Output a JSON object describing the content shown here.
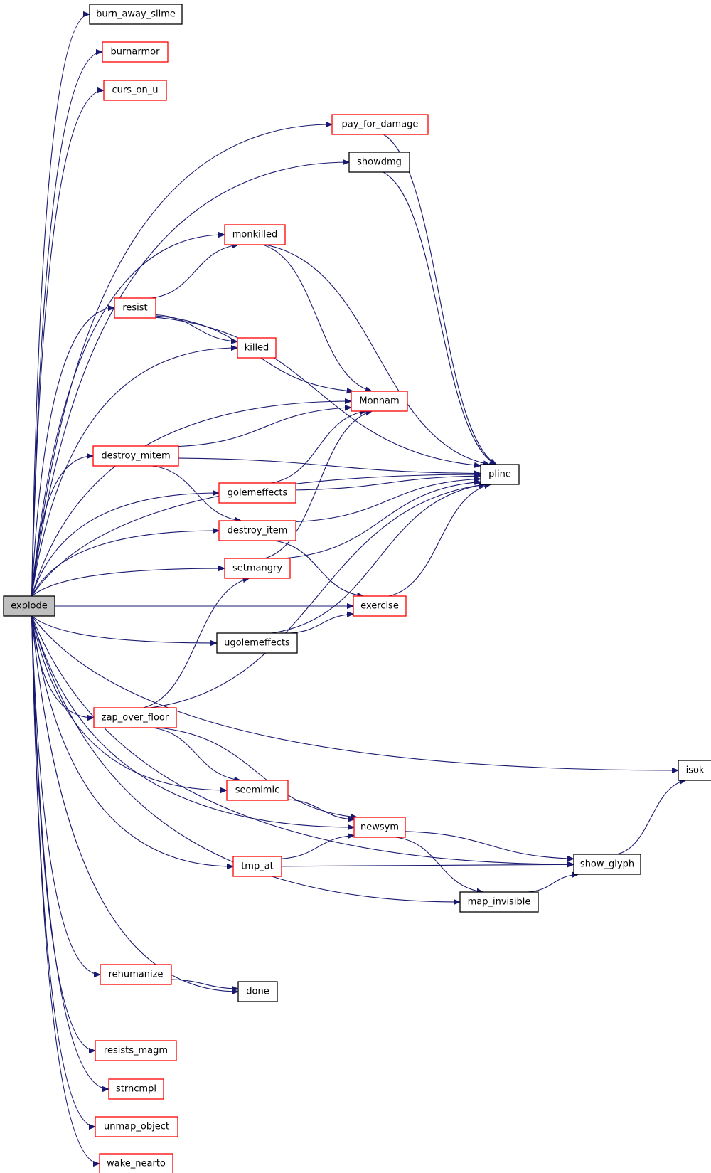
{
  "graph": {
    "nodes": [
      {
        "id": "explode",
        "label": "explode",
        "style": "root"
      },
      {
        "id": "burn_away_slime",
        "label": "burn_away_slime",
        "style": "black"
      },
      {
        "id": "burnarmor",
        "label": "burnarmor",
        "style": "red"
      },
      {
        "id": "curs_on_u",
        "label": "curs_on_u",
        "style": "red"
      },
      {
        "id": "pay_for_damage",
        "label": "pay_for_damage",
        "style": "red"
      },
      {
        "id": "showdmg",
        "label": "showdmg",
        "style": "black"
      },
      {
        "id": "monkilled",
        "label": "monkilled",
        "style": "red"
      },
      {
        "id": "resist",
        "label": "resist",
        "style": "red"
      },
      {
        "id": "killed",
        "label": "killed",
        "style": "red"
      },
      {
        "id": "Monnam",
        "label": "Monnam",
        "style": "red"
      },
      {
        "id": "destroy_mitem",
        "label": "destroy_mitem",
        "style": "red"
      },
      {
        "id": "pline",
        "label": "pline",
        "style": "black"
      },
      {
        "id": "golemeffects",
        "label": "golemeffects",
        "style": "red"
      },
      {
        "id": "destroy_item",
        "label": "destroy_item",
        "style": "red"
      },
      {
        "id": "setmangry",
        "label": "setmangry",
        "style": "red"
      },
      {
        "id": "exercise",
        "label": "exercise",
        "style": "red"
      },
      {
        "id": "ugolemeffects",
        "label": "ugolemeffects",
        "style": "black"
      },
      {
        "id": "zap_over_floor",
        "label": "zap_over_floor",
        "style": "red"
      },
      {
        "id": "isok",
        "label": "isok",
        "style": "black"
      },
      {
        "id": "seemimic",
        "label": "seemimic",
        "style": "red"
      },
      {
        "id": "newsym",
        "label": "newsym",
        "style": "red"
      },
      {
        "id": "tmp_at",
        "label": "tmp_at",
        "style": "red"
      },
      {
        "id": "show_glyph",
        "label": "show_glyph",
        "style": "black"
      },
      {
        "id": "map_invisible",
        "label": "map_invisible",
        "style": "black"
      },
      {
        "id": "rehumanize",
        "label": "rehumanize",
        "style": "red"
      },
      {
        "id": "done",
        "label": "done",
        "style": "black"
      },
      {
        "id": "resists_magm",
        "label": "resists_magm",
        "style": "red"
      },
      {
        "id": "strncmpi",
        "label": "strncmpi",
        "style": "red"
      },
      {
        "id": "unmap_object",
        "label": "unmap_object",
        "style": "red"
      },
      {
        "id": "wake_nearto",
        "label": "wake_nearto",
        "style": "red"
      }
    ],
    "edges": [
      [
        "explode",
        "burn_away_slime"
      ],
      [
        "explode",
        "burnarmor"
      ],
      [
        "explode",
        "curs_on_u"
      ],
      [
        "explode",
        "pay_for_damage"
      ],
      [
        "explode",
        "showdmg"
      ],
      [
        "explode",
        "pline"
      ],
      [
        "explode",
        "monkilled"
      ],
      [
        "explode",
        "resist"
      ],
      [
        "explode",
        "killed"
      ],
      [
        "explode",
        "Monnam"
      ],
      [
        "explode",
        "destroy_mitem"
      ],
      [
        "explode",
        "golemeffects"
      ],
      [
        "explode",
        "destroy_item"
      ],
      [
        "explode",
        "setmangry"
      ],
      [
        "explode",
        "exercise"
      ],
      [
        "explode",
        "ugolemeffects"
      ],
      [
        "explode",
        "isok"
      ],
      [
        "explode",
        "zap_over_floor"
      ],
      [
        "explode",
        "seemimic"
      ],
      [
        "explode",
        "newsym"
      ],
      [
        "explode",
        "tmp_at"
      ],
      [
        "explode",
        "map_invisible"
      ],
      [
        "explode",
        "show_glyph"
      ],
      [
        "explode",
        "rehumanize"
      ],
      [
        "explode",
        "done"
      ],
      [
        "explode",
        "resists_magm"
      ],
      [
        "explode",
        "strncmpi"
      ],
      [
        "explode",
        "unmap_object"
      ],
      [
        "explode",
        "wake_nearto"
      ],
      [
        "pay_for_damage",
        "pline"
      ],
      [
        "showdmg",
        "pline"
      ],
      [
        "monkilled",
        "pline"
      ],
      [
        "monkilled",
        "Monnam"
      ],
      [
        "resist",
        "monkilled"
      ],
      [
        "resist",
        "killed"
      ],
      [
        "resist",
        "Monnam"
      ],
      [
        "resist",
        "pline"
      ],
      [
        "destroy_mitem",
        "Monnam"
      ],
      [
        "destroy_mitem",
        "pline"
      ],
      [
        "destroy_mitem",
        "destroy_item"
      ],
      [
        "golemeffects",
        "Monnam"
      ],
      [
        "golemeffects",
        "pline"
      ],
      [
        "destroy_item",
        "pline"
      ],
      [
        "destroy_item",
        "exercise"
      ],
      [
        "setmangry",
        "Monnam"
      ],
      [
        "setmangry",
        "pline"
      ],
      [
        "exercise",
        "pline"
      ],
      [
        "ugolemeffects",
        "exercise"
      ],
      [
        "ugolemeffects",
        "pline"
      ],
      [
        "zap_over_floor",
        "setmangry"
      ],
      [
        "zap_over_floor",
        "pline"
      ],
      [
        "zap_over_floor",
        "seemimic"
      ],
      [
        "zap_over_floor",
        "newsym"
      ],
      [
        "seemimic",
        "newsym"
      ],
      [
        "newsym",
        "show_glyph"
      ],
      [
        "newsym",
        "map_invisible"
      ],
      [
        "tmp_at",
        "newsym"
      ],
      [
        "tmp_at",
        "show_glyph"
      ],
      [
        "map_invisible",
        "show_glyph"
      ],
      [
        "show_glyph",
        "isok"
      ],
      [
        "rehumanize",
        "done"
      ]
    ]
  }
}
